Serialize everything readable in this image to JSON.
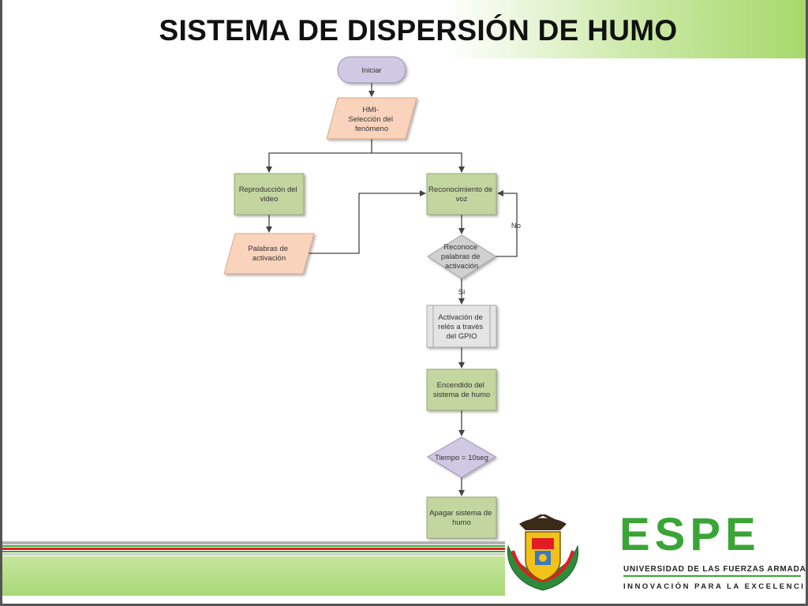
{
  "slide": {
    "title": "SISTEMA DE DISPERSIÓN DE HUMO"
  },
  "flowchart": {
    "nodes": {
      "start": {
        "shape": "terminator",
        "lines": [
          "Iniciar"
        ]
      },
      "hmi": {
        "shape": "data",
        "lines": [
          "HMI-",
          "Selección del",
          "fenómeno"
        ]
      },
      "video": {
        "shape": "process",
        "lines": [
          "Reproducción del",
          "video"
        ]
      },
      "voz": {
        "shape": "process",
        "lines": [
          "Reconocimiento de",
          "voz"
        ]
      },
      "palabras": {
        "shape": "data",
        "lines": [
          "Palabras de",
          "activación"
        ]
      },
      "decision": {
        "shape": "decision",
        "lines": [
          "Reconoce",
          "palabras de",
          "activación"
        ]
      },
      "reles": {
        "shape": "predefined-process",
        "lines": [
          "Activación de",
          "relés a través",
          "del GPIO"
        ]
      },
      "encendido": {
        "shape": "process",
        "lines": [
          "Encendido del",
          "sistema de humo"
        ]
      },
      "tiempo": {
        "shape": "decision",
        "lines": [
          "Tiempo = 10seg"
        ]
      },
      "apagar": {
        "shape": "process",
        "lines": [
          "Apagar sistema de",
          "humo"
        ]
      }
    },
    "edge_labels": {
      "no": "No",
      "si": "Si"
    }
  },
  "logo": {
    "name": "ESPE",
    "line1": "UNIVERSIDAD DE LAS FUERZAS ARMADAS",
    "line2": "INNOVACIÓN PARA LA EXCELENCIA"
  },
  "colors": {
    "process_fill": "#c4d6a0",
    "data_fill": "#f9d3bc",
    "decision_fill": "#d0c9e3",
    "terminator_fill": "#d0c9e3",
    "predefined_fill": "#e4e4e4",
    "accent_green": "#3aa536"
  }
}
